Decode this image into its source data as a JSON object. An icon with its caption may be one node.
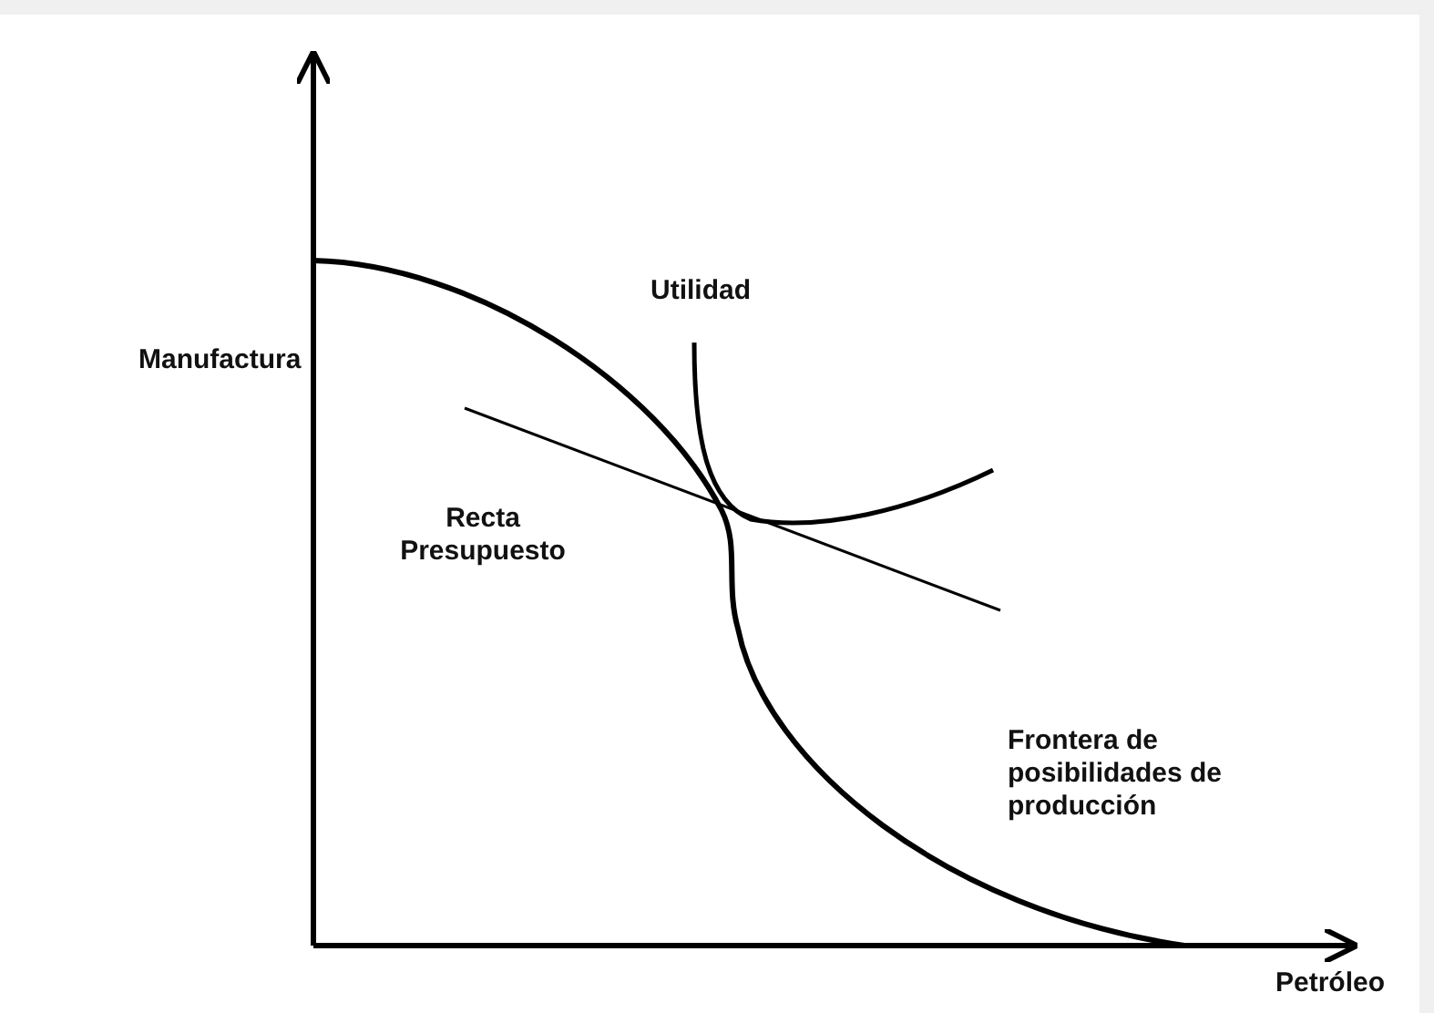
{
  "diagram": {
    "labels": [
      "Manufactura",
      "Utilidad",
      "Recta Presupuesto",
      "Frontera de posibilidades de producción",
      "Petróleo"
    ]
  }
}
